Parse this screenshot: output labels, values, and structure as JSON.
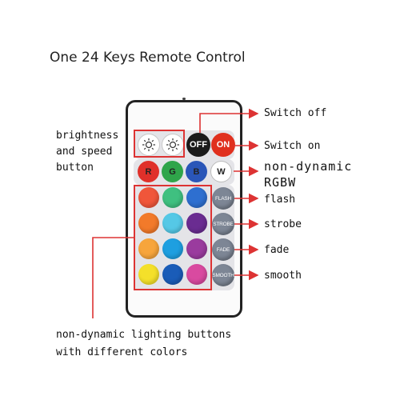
{
  "title": "One 24 Keys Remote Control",
  "labels": {
    "brightness_line1": "brightness",
    "brightness_line2": "and  speed",
    "brightness_line3": "button",
    "switch_off": "Switch off",
    "switch_on": "Switch on",
    "non_dynamic_line1": "non-dynamic",
    "non_dynamic_line2": "RGBW",
    "flash": "flash",
    "strobe": "strobe",
    "fade": "fade",
    "smooth": "smooth",
    "lighting_line1": "non-dynamic  lighting buttons",
    "lighting_line2": "with different colors"
  },
  "buttons": {
    "off": "OFF",
    "on": "ON",
    "r": "R",
    "g": "G",
    "b": "B",
    "w": "W",
    "flash": "FLASH",
    "strobe": "STROBE",
    "fade": "FADE",
    "smooth": "SMOOTH"
  },
  "colors": {
    "off_button": "#1b1b1b",
    "on_button": "#e0301e",
    "annotation_box": "#dd3333",
    "mode_button": "#7d8695",
    "grid": [
      [
        "#f0563a",
        "#3fc080",
        "#2e6fd0"
      ],
      [
        "#f27a2a",
        "#55c8e6",
        "#6a2c91"
      ],
      [
        "#f7a53c",
        "#1e9fe0",
        "#9a3b9e"
      ],
      [
        "#f4e02a",
        "#1a5cb8",
        "#d94aa0"
      ]
    ]
  }
}
